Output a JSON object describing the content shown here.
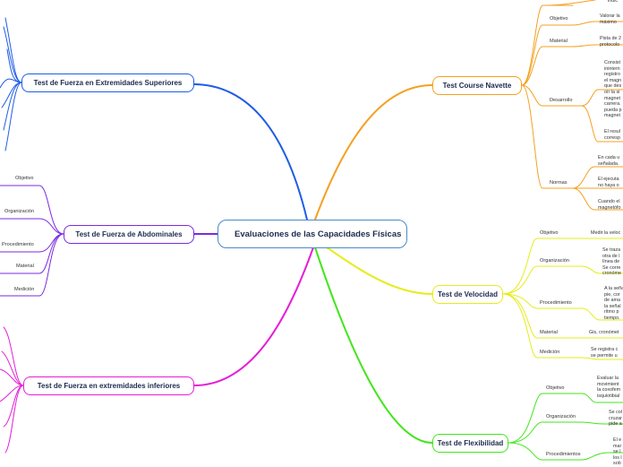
{
  "central": {
    "title": "Evaluaciones de las Capacidades Físicas"
  },
  "branches": {
    "superiores": {
      "title": "Test de Fuerza en Extremidades Superiores",
      "color": "#1f5de6"
    },
    "abdominales": {
      "title": "Test de Fuerza de Abdominales",
      "color": "#7a2be0",
      "items": [
        "Objetivo",
        "Organización",
        "Procedimiento",
        "Material",
        "Medición"
      ]
    },
    "inferiores": {
      "title": "Test de Fuerza en extremidades inferiores",
      "color": "#e51ed6"
    },
    "navette": {
      "title": "Test Course Navette",
      "color": "#f5a020",
      "items": [
        "Objetivo",
        "Material",
        "Desarrollo",
        "Normas"
      ],
      "texts": {
        "top": "indic",
        "objetivo": "Valorar la\nmáximo",
        "material": "Pista de 2\nprotocolo",
        "desarrollo1": "Consist\ninintern\nregistro\nel magn\nque des\noír la si\nmagnet\ncarrera.\npueda p\nmagnet",
        "desarrollo2": "El resul\ncorresp",
        "normas1": "En cada u\nseñalada.",
        "normas2": "El ejecuta\nno haya o",
        "normas3": "Cuando el\nmagnetófo"
      }
    },
    "velocidad": {
      "title": "Test de Velocidad",
      "color": "#e6ec1a",
      "items": [
        "Objetivo",
        "Organización",
        "Procedimiento",
        "Material",
        "Medición"
      ],
      "texts": {
        "objetivo": "Medir la veloc",
        "organizacion": "Se traza\notra de l\nlínea de\nSe corre\ncronóme",
        "procedimiento": "A la seña\npie, cor\nde ama\nla señal\nritmo p\ntiempo.",
        "material": "Gis, cronómet",
        "medicion": "Se registra c\nse permite u"
      }
    },
    "flexibilidad": {
      "title": "Test de Flexibilidad",
      "color": "#43e61c",
      "items": [
        "Objetivo",
        "Organización",
        "Procedimientos"
      ],
      "texts": {
        "objetivo": "Evaluar la\nmovimient\nla coxofem\nisquiotibial",
        "organizacion": "Se col\ncruzar\npide a",
        "procedimientos": "El e\nmar\nse l\nlos l\nsob"
      }
    }
  }
}
